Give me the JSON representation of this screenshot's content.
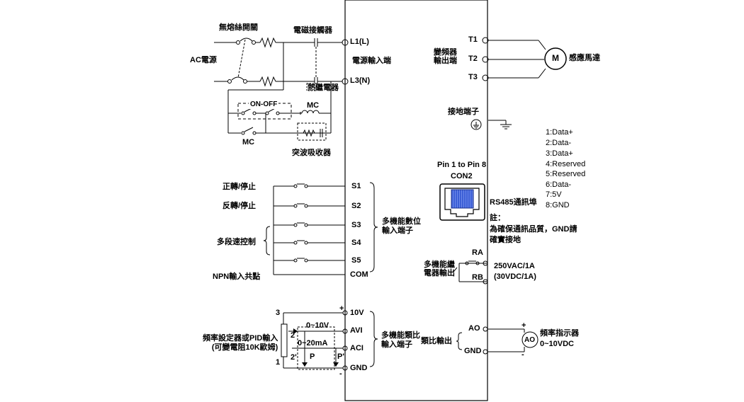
{
  "power": {
    "breaker": "無熔絲開關",
    "contactor": "電磁接觸器",
    "ac_source": "AC電源",
    "input_label": "電源輸入端",
    "l1": "L1(L)",
    "l3": "L3(N)",
    "thermal_relay": "熱繼電器",
    "on_off": "ON-OFF",
    "mc_coil": "MC",
    "mc_contact": "MC",
    "surge_absorber": "突波吸收器"
  },
  "output": {
    "t1": "T1",
    "t2": "T2",
    "t3": "T3",
    "label": "變頻器\n輸出端",
    "motor_symbol": "M",
    "motor_label": "感應馬達",
    "ground": "接地端子"
  },
  "rs485": {
    "pins_label": "Pin 1 to Pin 8",
    "connector": "CON2",
    "port_label": "RS485通訊埠",
    "note_title": "註：",
    "note_text": "為確保通訊品質，GND請\n確實接地",
    "pinout": [
      "1:Data+",
      "2:Data-",
      "3:Data+",
      "4:Reserved",
      "5:Reserved",
      "6:Data-",
      "7:5V",
      "8:GND"
    ]
  },
  "digital_inputs": {
    "forward": "正轉/停止",
    "reverse": "反轉/停止",
    "multi_speed": "多段速控制",
    "npn_common": "NPN輸入共點",
    "group_label": "多機能數位\n輸入端子",
    "terminals": [
      "S1",
      "S2",
      "S3",
      "S4",
      "S5",
      "COM"
    ]
  },
  "relay": {
    "ra": "RA",
    "rb": "RB",
    "label": "多機能繼\n電器輸出",
    "rating1": "250VAC/1A",
    "rating2": "(30VDC/1A)"
  },
  "analog": {
    "terminals": [
      "10V",
      "AVI",
      "ACI",
      "GND"
    ],
    "group_label": "多機能類比\n輸入端子",
    "pot_label": "頻率設定器或PID輸入\n(可變電阻10K歐姆)",
    "pin3": "3",
    "pin2": "2",
    "pin2p": "2'",
    "pin1": "1",
    "v_range": "0~10V",
    "i_range": "0~20mA",
    "p": "P",
    "pp": "P'",
    "plus": "+",
    "minus": "-"
  },
  "analog_output": {
    "ao": "AO",
    "gnd": "GND",
    "label": "類比輸出",
    "meter_symbol": "AO",
    "meter_label": "頻率指示器",
    "meter_range": "0~10VDC",
    "plus": "+",
    "minus": "-"
  }
}
